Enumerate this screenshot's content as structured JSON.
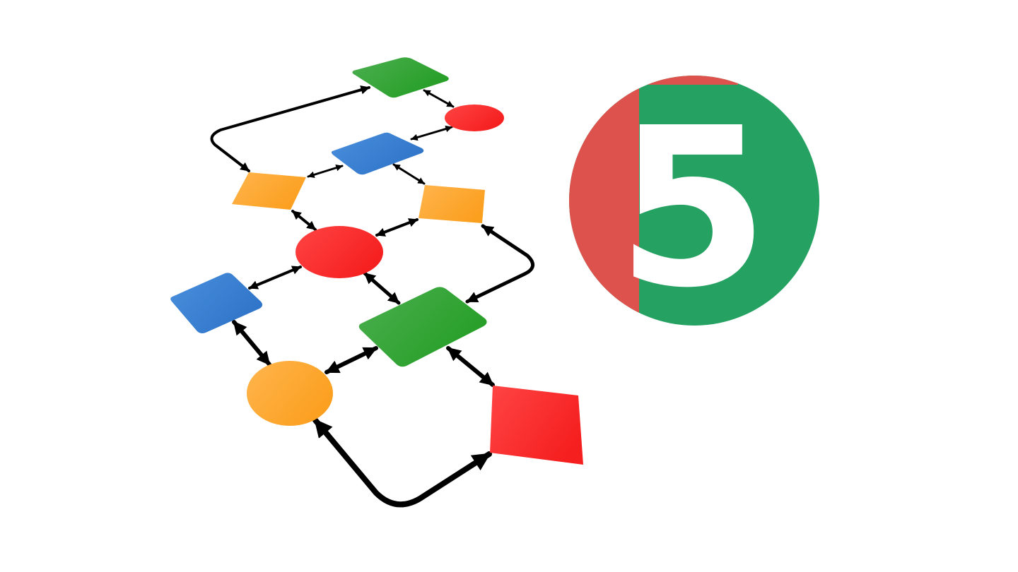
{
  "diagram": {
    "colors": {
      "green": "#2ea52b",
      "red": "#ff3333",
      "blue": "#3f86d6",
      "orange": "#fca632",
      "line": "#000000"
    },
    "node_shapes": [
      "diamond",
      "ellipse",
      "diamond",
      "parallelogram",
      "parallelogram",
      "ellipse",
      "diamond",
      "diamond",
      "ellipse",
      "square"
    ],
    "node_colors": [
      "green",
      "red",
      "blue",
      "orange",
      "orange",
      "red",
      "blue",
      "green",
      "orange",
      "red"
    ],
    "edge_style": "bidirectional-arrow"
  },
  "logo": {
    "digit": "5",
    "left_color": "#dd524c",
    "right_color": "#25a162",
    "digit_color": "#ffffff"
  }
}
